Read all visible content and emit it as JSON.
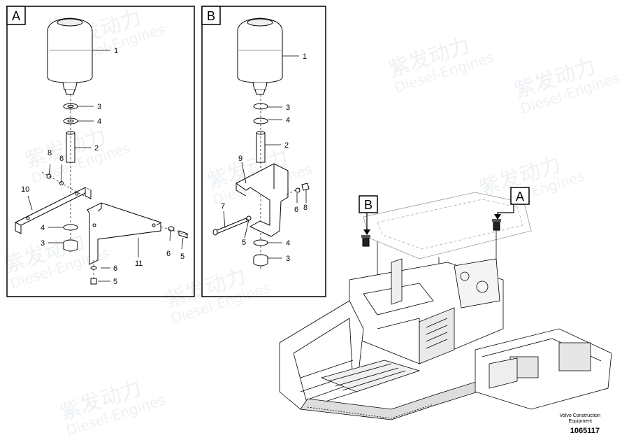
{
  "panels": [
    {
      "letter": "A"
    },
    {
      "letter": "B"
    }
  ],
  "panel_a_labels": {
    "p1": "1",
    "p2": "2",
    "p3a": "3",
    "p4a": "4",
    "p8": "8",
    "p6a": "6",
    "p10": "10",
    "p4b": "4",
    "p3b": "3",
    "p6b": "6",
    "p5a": "5",
    "p11": "11",
    "p6c": "6",
    "p5b": "5"
  },
  "panel_b_labels": {
    "p1": "1",
    "p3a": "3",
    "p4a": "4",
    "p2": "2",
    "p9": "9",
    "p6": "6",
    "p8": "8",
    "p7": "7",
    "p5": "5",
    "p4b": "4",
    "p3b": "3"
  },
  "callouts": {
    "b": "B",
    "a": "A"
  },
  "footer": {
    "line1": "Volvo Construction",
    "line2": "Equipment",
    "number": "1065117"
  },
  "watermark": {
    "cn": "紫发动力",
    "en": "Diesel-Engines"
  }
}
